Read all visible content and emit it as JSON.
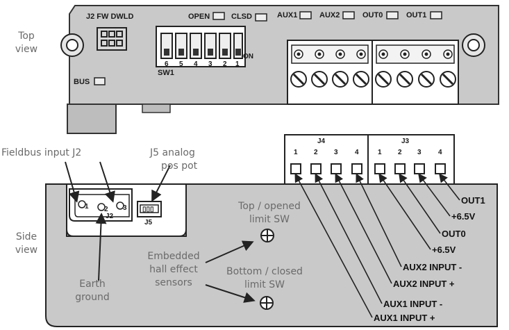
{
  "labels": {
    "top_view": [
      "Top",
      "view"
    ],
    "side_view": [
      "Side",
      "view"
    ],
    "fieldbus_input": "Fieldbus input J2",
    "j5_analog": [
      "J5 analog",
      "pos pot"
    ],
    "top_opened": [
      "Top / opened",
      "limit SW"
    ],
    "bottom_closed": [
      "Bottom / closed",
      "limit SW"
    ],
    "embedded_hall": [
      "Embedded",
      "hall effect",
      "sensors"
    ],
    "earth_ground": [
      "Earth",
      "ground"
    ]
  },
  "top_board": {
    "j2_fw_dwld": "J2 FW DWLD",
    "open": "OPEN",
    "clsd": "CLSD",
    "aux1": "AUX1",
    "aux2": "AUX2",
    "out0": "OUT0",
    "out1": "OUT1",
    "bus": "BUS",
    "sw1": "SW1",
    "on": "ON",
    "dip_numbers": [
      "6",
      "5",
      "4",
      "3",
      "2",
      "1"
    ]
  },
  "side_board": {
    "j4": "J4",
    "j3": "J3",
    "j4_pins": [
      "1",
      "2",
      "3",
      "4"
    ],
    "j3_pins": [
      "1",
      "2",
      "3",
      "4"
    ],
    "j2": "J2",
    "j5": "J5",
    "j2_pins": [
      "1",
      "2",
      "3"
    ],
    "j5_glyph": "▯▯▯"
  },
  "terminals": [
    "OUT1",
    "+6.5V",
    "OUT0",
    "+6.5V",
    "AUX2 INPUT -",
    "AUX2 INPUT +",
    "AUX1 INPUT -",
    "AUX1 INPUT +"
  ]
}
